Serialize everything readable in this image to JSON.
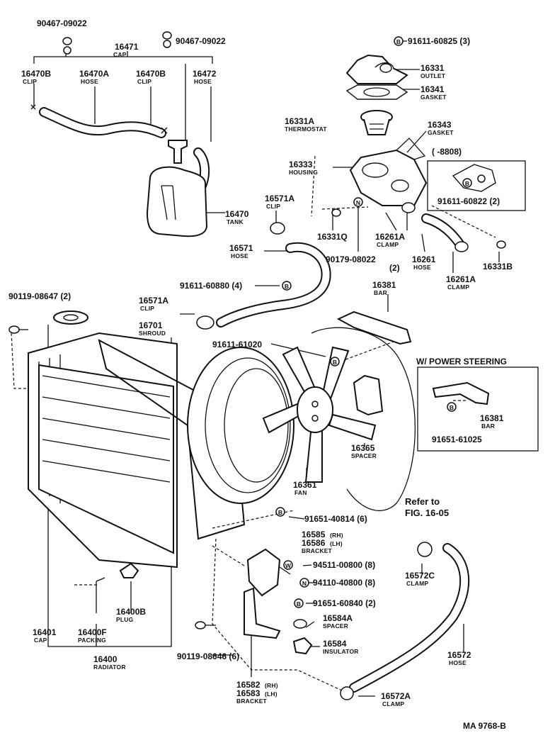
{
  "labels": {
    "p90467_left": "90467-09022",
    "p90467_right": "90467-09022",
    "p16471": "16471",
    "n16471": "CAP",
    "p16470B_a": "16470B",
    "n16470B_a": "CLIP",
    "p16470A": "16470A",
    "n16470A": "HOSE",
    "p16470B_b": "16470B",
    "n16470B_b": "CLIP",
    "p16472": "16472",
    "n16472": "HOSE",
    "p16470": "16470",
    "n16470": "TANK",
    "p91611_60825": "91611-60825 (3)",
    "p16331": "16331",
    "n16331": "OUTLET",
    "p16341": "16341",
    "n16341": "GASKET",
    "p16331A": "16331A",
    "n16331A": "THERMOSTAT",
    "p16343": "16343",
    "n16343": "GASKET",
    "p16333": "16333",
    "n16333": "HOUSING",
    "p8808": "(        -8808)",
    "p91611_60822": "91611-60822 (2)",
    "p16571A_top": "16571A",
    "n16571A_top": "CLIP",
    "p16331Q": "16331Q",
    "p16261A_left": "16261A",
    "n16261A_left": "CLAMP",
    "p90179": "90179-08022",
    "p90179_qty": "(2)",
    "p16261": "16261",
    "n16261": "HOSE",
    "p16261A_right": "16261A",
    "n16261A_right": "CLAMP",
    "p16331B": "16331B",
    "p16571": "16571",
    "n16571": "HOSE",
    "p91611_60880": "91611-60880 (4)",
    "p90119_08647": "90119-08647 (2)",
    "p16571A_mid": "16571A",
    "n16571A_mid": "CLIP",
    "p16701": "16701",
    "n16701": "SHROUD",
    "p16381_main": "16381",
    "n16381_main": "BAR",
    "p91611_61020": "91611-61020",
    "power_steering_title": "W/ POWER  STEERING",
    "p16381_ps": "16381",
    "n16381_ps": "BAR",
    "p91651_61025": "91651-61025",
    "p16365": "16365",
    "n16365": "SPACER",
    "p16361": "16361",
    "n16361": "FAN",
    "refer_line1": "Refer to",
    "refer_line2": "FIG. 16-05",
    "p91651_40814": "91651-40814 (6)",
    "p16585": "16585",
    "n16585_side": "(RH)",
    "p16586": "16586",
    "n16586_side": "(LH)",
    "n16585_16586": "BRACKET",
    "p94511": "94511-00800 (8)",
    "p94110": "94110-40800 (8)",
    "p91651_60840": "91651-60840 (2)",
    "p16584A": "16584A",
    "n16584A": "SPACER",
    "p16584": "16584",
    "n16584": "INSULATOR",
    "p16572C": "16572C",
    "n16572C": "CLAMP",
    "p16572": "16572",
    "n16572": "HOSE",
    "p16400B": "16400B",
    "n16400B": "PLUG",
    "p16401": "16401",
    "n16401": "CAP",
    "p16400F": "16400F",
    "n16400F": "PACKING",
    "p16400": "16400",
    "n16400": "RADIATOR",
    "p90119_08646": "90119-08646 (6)",
    "p16582": "16582",
    "n16582_side": "(RH)",
    "p16583": "16583",
    "n16583_side": "(LH)",
    "n16582_16583": "BRACKET",
    "p16572A": "16572A",
    "n16572A": "CLAMP",
    "figure_code": "MA 9768-B"
  },
  "markers": {
    "bolt_B": "B",
    "nut_N": "N",
    "washer_W": "W"
  }
}
